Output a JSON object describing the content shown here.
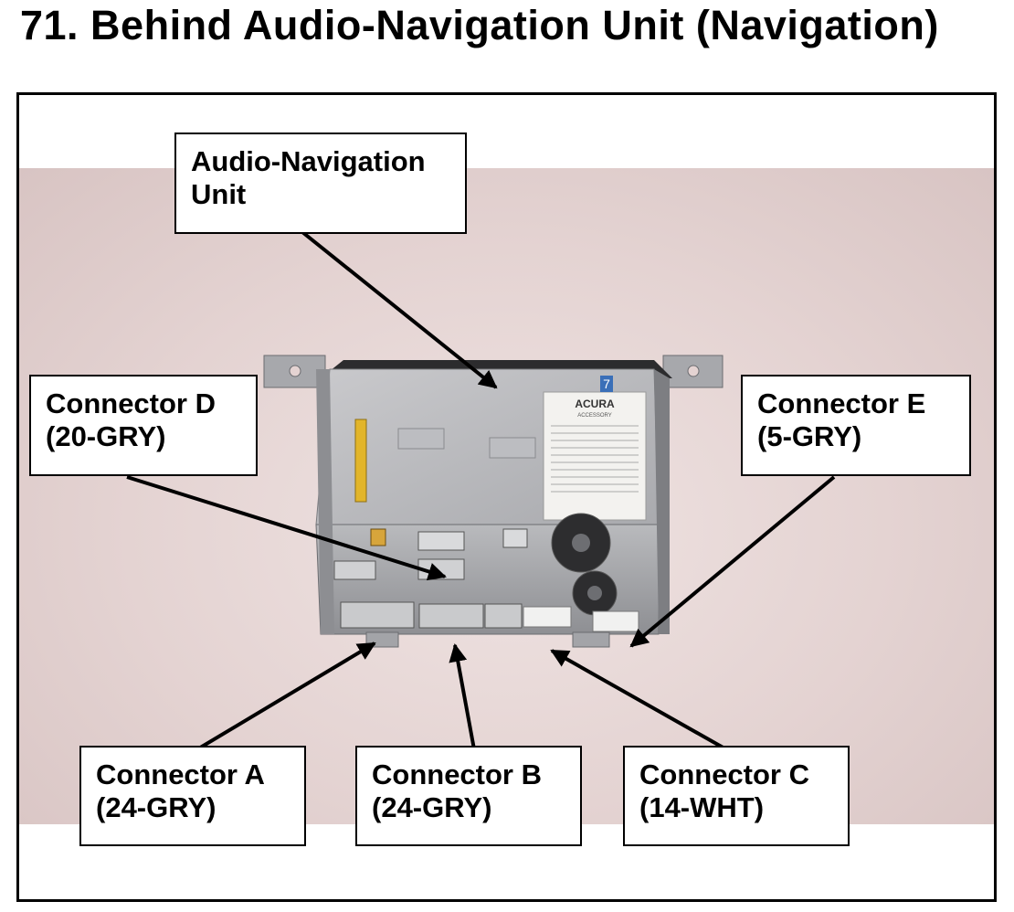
{
  "title": "71.  Behind Audio-Navigation Unit (Navigation)",
  "callouts": {
    "unit": {
      "line1": "Audio-Navigation",
      "line2": "Unit"
    },
    "connector_d": {
      "line1": "Connector D",
      "line2": "(20-GRY)"
    },
    "connector_e": {
      "line1": "Connector E",
      "line2": "(5-GRY)"
    },
    "connector_a": {
      "line1": "Connector A",
      "line2": "(24-GRY)"
    },
    "connector_b": {
      "line1": "Connector B",
      "line2": "(24-GRY)"
    },
    "connector_c": {
      "line1": "Connector C",
      "line2": "(14-WHT)"
    }
  },
  "label": {
    "brand": "ACURA",
    "sub": "ACCESSORY",
    "badge": "7"
  }
}
